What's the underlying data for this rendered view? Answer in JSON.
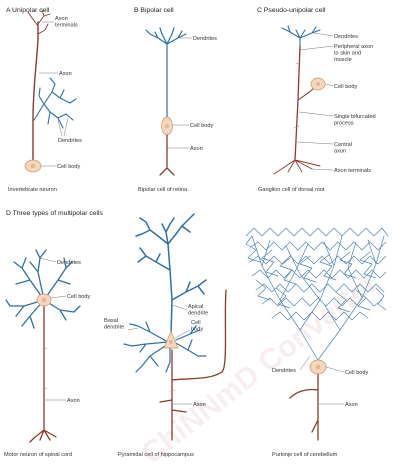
{
  "panels": {
    "a": {
      "heading": "A  Unipolar cell",
      "labels": {
        "axon_terminals": "Axon\nterminals",
        "axon": "Axon",
        "dendrites": "Dendrites",
        "cell_body": "Cell body"
      },
      "caption": "Invertebrate neuron"
    },
    "b": {
      "heading": "B  Bipolar cell",
      "labels": {
        "dendrites": "Dendrites",
        "cell_body": "Cell body",
        "axon": "Axon"
      },
      "caption": "Bipolar cell of retina"
    },
    "c": {
      "heading": "C  Pseudo-unipolar cell",
      "labels": {
        "dendrites": "Dendrites",
        "peripheral_axon": "Peripheral axon\nto skin and\nmuscle",
        "cell_body": "Cell body",
        "single_process": "Single bifurcated\nprocess",
        "central_axon": "Central\naxon",
        "axon_terminals": "Axon terminals"
      },
      "caption": "Ganglion cell of dorsal root"
    },
    "d": {
      "heading": "D  Three types of multipolar cells",
      "motor": {
        "labels": {
          "dendrites": "Dendrites",
          "cell_body": "Cell body",
          "axon": "Axon"
        },
        "caption": "Motor neuron of spinal cord"
      },
      "pyramidal": {
        "labels": {
          "apical_dendrite": "Apical\ndendrite",
          "cell_body": "Cell\nbody",
          "basal_dendrite": "Basal\ndendrite",
          "axon": "Axon"
        },
        "caption": "Pyramidal cell of hippocampus"
      },
      "purkinje": {
        "labels": {
          "dendrites": "Dendrites",
          "cell_body": "Cell body",
          "axon": "Axon"
        },
        "caption": "Purkinje cell of cerebellum"
      }
    }
  },
  "watermark": "ChiNNmD Converter",
  "colors": {
    "dendrite": "#2f6fa8",
    "axon": "#8a3b2c",
    "soma_fill": "#f4d8bd",
    "soma_stroke": "#c79466",
    "nucleus": "#e2b892",
    "watermark": "#a0141e"
  }
}
